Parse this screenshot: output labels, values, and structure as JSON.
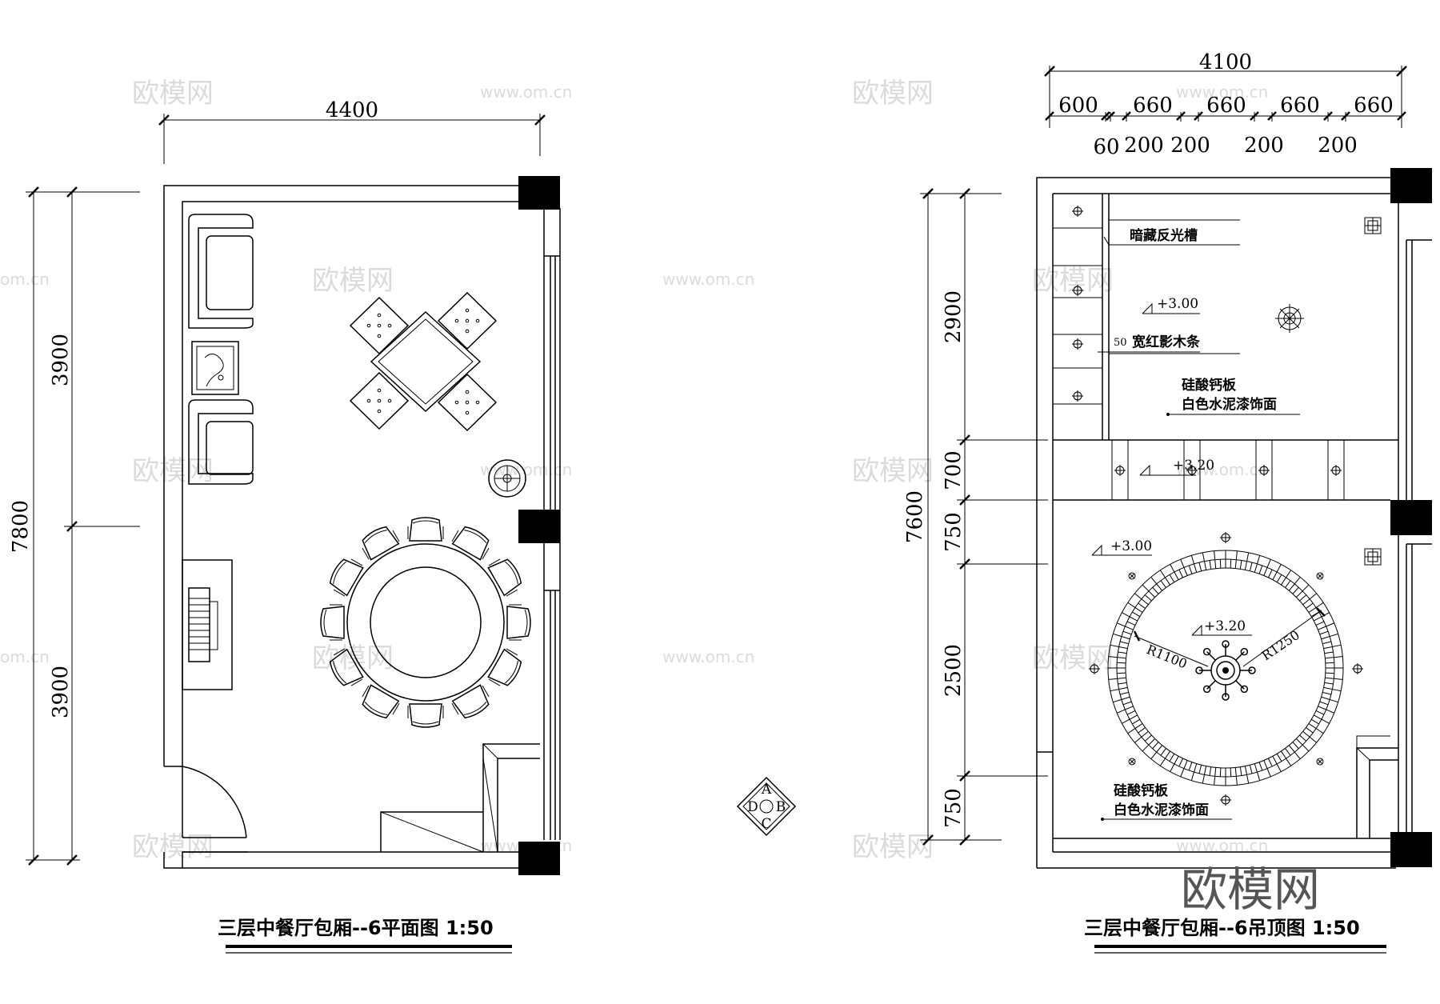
{
  "plan": {
    "title": "三层中餐厅包厢--6平面图  1:50",
    "dims": {
      "top": "4400",
      "total_height": "7800",
      "upper": "3900",
      "lower": "3900"
    }
  },
  "ceiling": {
    "title": "三层中餐厅包厢--6吊顶图  1:50",
    "dims": {
      "top_total": "4100",
      "top_row": [
        "600",
        "660",
        "660",
        "660",
        "660"
      ],
      "bottom_row": [
        "60",
        "200",
        "200",
        "200",
        "200"
      ],
      "total_height": "7600",
      "side": [
        "2900",
        "700",
        "750",
        "2500",
        "750"
      ]
    },
    "notes": {
      "cove": "暗藏反光槽",
      "strip_prefix": "50",
      "strip": "宽红影木条",
      "board_a_1": "硅酸钙板",
      "board_a_2": "白色水泥漆饰面",
      "board_b_1": "硅酸钙板",
      "board_b_2": "白色水泥漆饰面"
    },
    "levels": {
      "l1": "+3.00",
      "l2": "+3.20",
      "l3": "+3.00",
      "l4": "+3.20"
    },
    "radii": {
      "inner": "R1100",
      "outer": "R1250"
    }
  },
  "compass": {
    "a": "A",
    "b": "B",
    "c": "C",
    "d": "D"
  },
  "watermark": {
    "logo": "欧模网",
    "url": "www.om.cn",
    "url_short": "om.cn"
  }
}
